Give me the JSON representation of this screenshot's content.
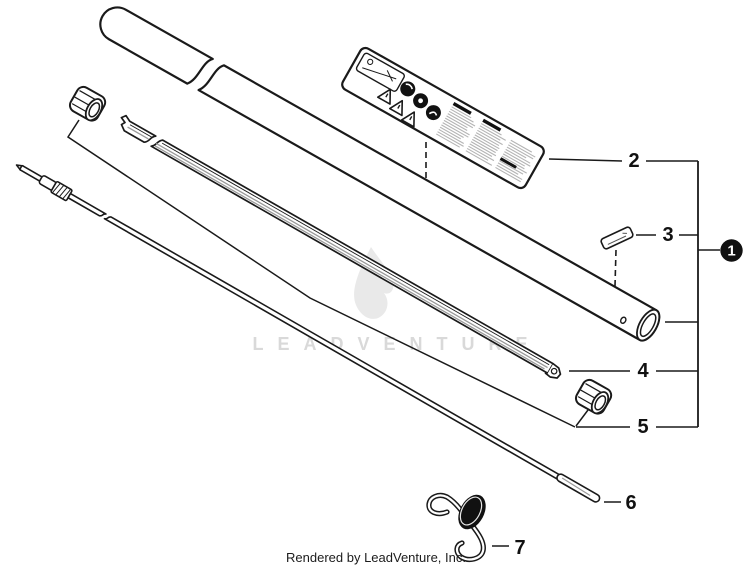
{
  "diagram": {
    "watermark": {
      "text": "LEADVENTURE"
    },
    "footer": {
      "text": "Rendered by LeadVenture, Inc."
    },
    "callouts": {
      "assembly_label": "1",
      "item_labels": [
        "2",
        "3",
        "4",
        "5",
        "6",
        "7"
      ]
    },
    "colors": {
      "ink": "#1a1a1a",
      "background": "#ffffff",
      "watermark_gray": "#d9d9d9",
      "noise_gray": "#b4b4b4",
      "accent_gray": "#9a9a9a",
      "badge_fill": "#111111",
      "badge_text": "#ffffff"
    }
  }
}
